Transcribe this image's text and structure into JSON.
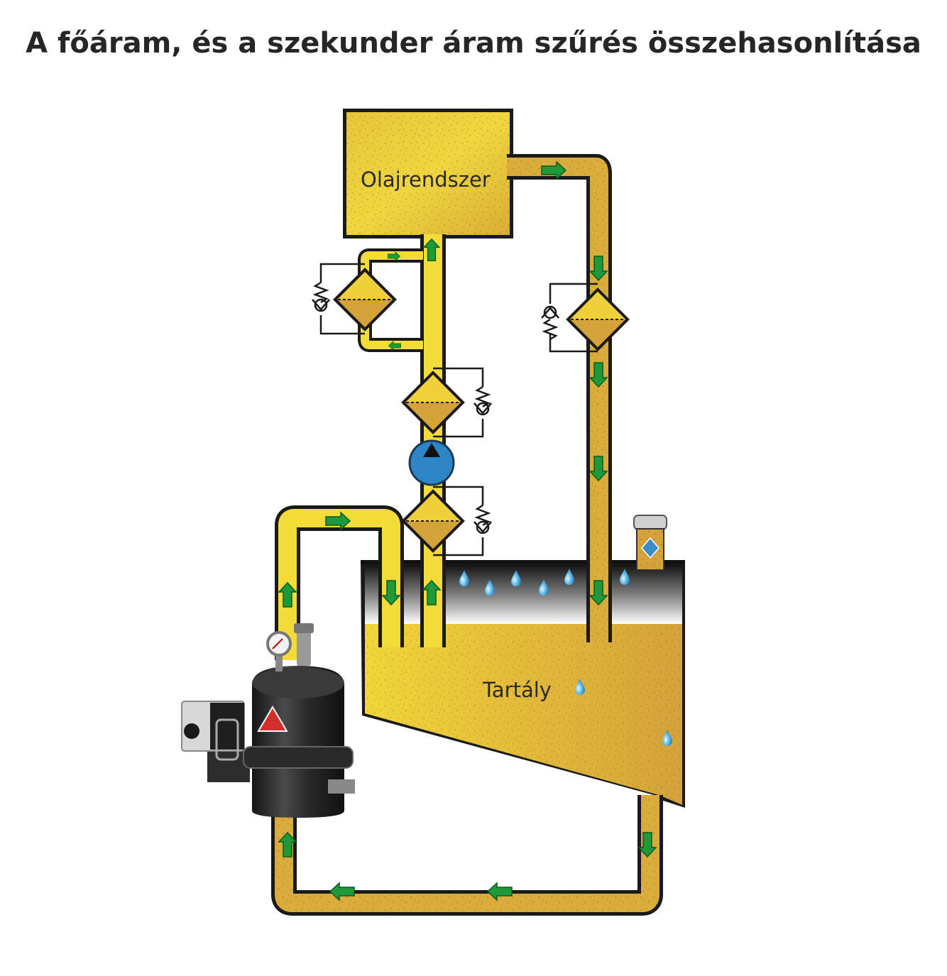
{
  "title": "A főáram, és a szekunder áram szűrés összehasonlítása",
  "labels": {
    "system": "Olajrendszer",
    "tank": "Tartály"
  },
  "colors": {
    "oil_clean": "#f3dc3a",
    "oil_dirty": "#d6a63a",
    "pipe_outline": "#1b1b1b",
    "arrow": "#1e9a3a",
    "pump": "#2f86c6",
    "water_drop": "#5ab8e8",
    "filter_housing": "#2a2a2a",
    "logo_red": "#d22e2e"
  },
  "icons": [
    "flow-arrow-icon",
    "filter-icon",
    "bypass-valve-icon",
    "pump-icon",
    "water-drop-icon",
    "breather-icon",
    "pressure-gauge-icon",
    "logo-icon"
  ]
}
